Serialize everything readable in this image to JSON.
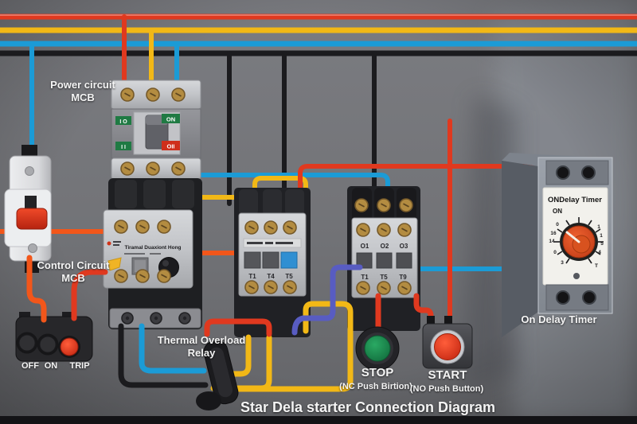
{
  "title": "Star Dela starter Connection Diagram",
  "labels": {
    "power_mcb_1": "Power circuit",
    "power_mcb_2": "MCB",
    "control_mcb_1": "Control Circuit",
    "control_mcb_2": "MCB",
    "off": "OFF",
    "on": "ON",
    "trip": "TRIP",
    "thermal_1": "Thermal Overload",
    "thermal_2": "Relay",
    "stop": "STOP",
    "stop_sub": "(NC Push Birtion)",
    "start": "START",
    "start_sub": "(NO Push Button)",
    "timer": "On Delay Timer"
  },
  "power_mcb": {
    "rocker_io": "I O",
    "rocker_ii": "I I",
    "state_on": "ON",
    "state_off": "OII"
  },
  "overload_relay": {
    "brand": "Tiramal Duaxiont Hong"
  },
  "star_contactor": {
    "t1": "T1",
    "t4": "T4",
    "t5": "T5"
  },
  "delta_contactor": {
    "o1": "O1",
    "o2": "O2",
    "o3": "O3",
    "t1": "T1",
    "t5": "T5",
    "t9": "T9"
  },
  "timer_device": {
    "title": "ONDelay Timer",
    "on": "ON",
    "dial": [
      "0",
      "16",
      "14",
      "0",
      "3",
      "1",
      "1",
      "5",
      "4",
      "T"
    ]
  },
  "wire_colors": {
    "red": "#e0391f",
    "orange": "#f2561a",
    "yellow": "#f2b816",
    "blue": "#1b9bd6",
    "black": "#1b1b1e",
    "purple": "#585cc2"
  }
}
